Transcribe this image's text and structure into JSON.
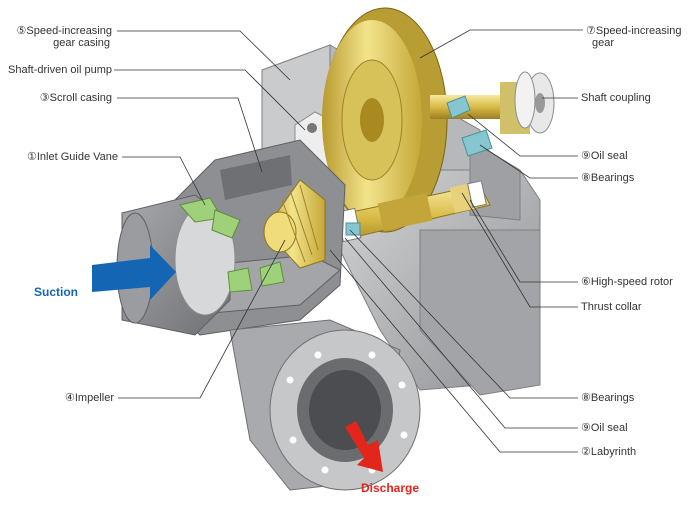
{
  "labels": {
    "speed_gear_casing_1": "⑤Speed-increasing",
    "speed_gear_casing_2": "gear casing",
    "shaft_oil_pump": "Shaft-driven oil pump",
    "scroll_casing": "③Scroll casing",
    "inlet_guide_vane": "①Inlet Guide Vane",
    "impeller": "④Impeller",
    "speed_gear_1": "⑦Speed-increasing",
    "speed_gear_2": "gear",
    "shaft_coupling": "Shaft coupling",
    "oil_seal_top": "⑨Oil seal",
    "bearings_top": "⑧Bearings",
    "high_speed_rotor": "⑥High-speed rotor",
    "thrust_collar": "Thrust collar",
    "bearings_bottom": "⑧Bearings",
    "oil_seal_bottom": "⑨Oil seal",
    "labyrinth": "②Labyrinth"
  },
  "flows": {
    "suction": "Suction",
    "discharge": "Discharge"
  },
  "colors": {
    "suction_arrow": "#1565b5",
    "suction_text": "#1565b5",
    "discharge_arrow": "#e3261c",
    "discharge_text": "#e3261c",
    "casing": "#b4b6b8",
    "gear": "#e3d36a",
    "guide_vane": "#9fd07a",
    "seal": "#7fc3cf",
    "leader": "#333333"
  }
}
